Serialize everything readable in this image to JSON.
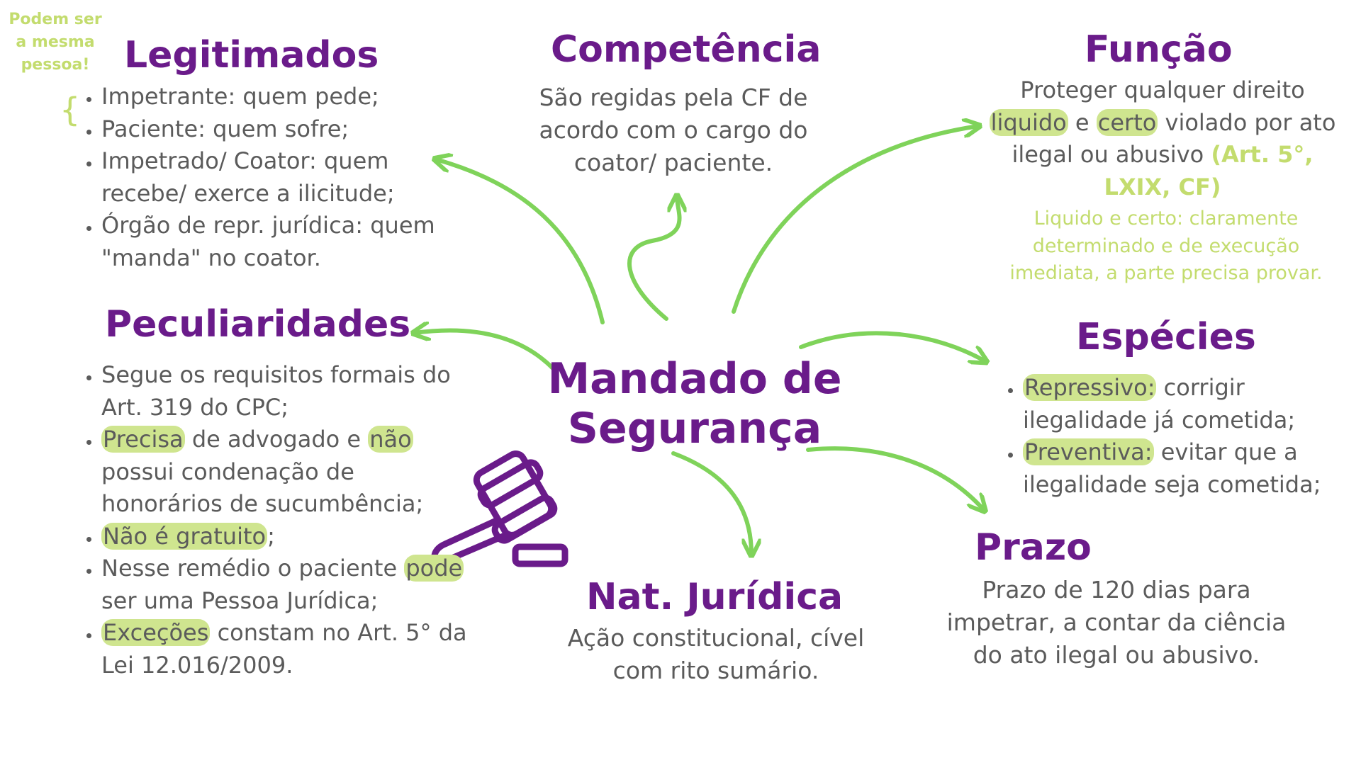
{
  "center_title": "Mandado de Segurança",
  "note": {
    "text": "Podem ser a mesma pessoa!",
    "brace": "{"
  },
  "legitimados": {
    "heading": "Legitimados",
    "items": [
      "Impetrante: quem pede;",
      "Paciente: quem sofre;",
      "Impetrado/ Coator: quem recebe/ exerce a ilicitude;",
      "Órgão de repr. jurídica: quem \"manda\" no coator."
    ]
  },
  "competencia": {
    "heading": "Competência",
    "text": "São regidas pela CF de acordo com o cargo do coator/ paciente."
  },
  "funcao": {
    "heading": "Função",
    "line1": "Proteger qualquer direito",
    "hl1": "liquido",
    "conj": " e ",
    "hl2": "certo",
    "after": " violado por ato ilegal ou abusivo ",
    "ref": "(Art. 5°, LXIX, CF)",
    "note": "Liquido e certo: claramente determinado e de execução imediata, a parte precisa provar."
  },
  "peculiaridades": {
    "heading": "Peculiaridades",
    "item1": "Segue os requisitos formais do Art. 319 do CPC;",
    "item2_hl1": "Precisa",
    "item2_mid": " de advogado e ",
    "item2_hl2": "não",
    "item2_end": " possui condenação de honorários de sucumbência;",
    "item3_hl": "Não é gratuito",
    "item3_end": ";",
    "item4_start": "Nesse remédio o paciente ",
    "item4_hl": "pode",
    "item4_end": " ser uma Pessoa Jurídica;",
    "item5_hl": "Exceções",
    "item5_end": " constam no Art. 5° da Lei 12.016/2009."
  },
  "especies": {
    "heading": "Espécies",
    "item1_hl": "Repressivo:",
    "item1_end": " corrigir ilegalidade já cometida;",
    "item2_hl": "Preventiva:",
    "item2_end": " evitar que a ilegalidade seja cometida;"
  },
  "nat_juridica": {
    "heading": "Nat. Jurídica",
    "text": "Ação constitucional, cível com rito sumário."
  },
  "prazo": {
    "heading": "Prazo",
    "text": "Prazo de 120 dias para impetrar, a contar da ciência do ato ilegal ou abusivo."
  },
  "icons": [
    "gavel-icon"
  ],
  "colors": {
    "heading_purple": "#6a1b8a",
    "arrow_green": "#7fd35a",
    "highlight_green": "#cfe58f",
    "note_green": "#c3dc6e",
    "body_gray": "#5b5b5b"
  }
}
